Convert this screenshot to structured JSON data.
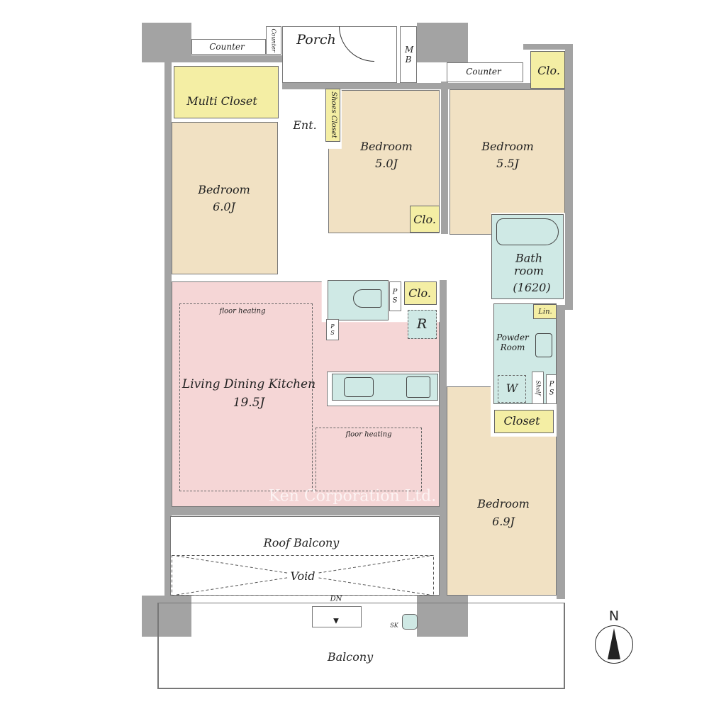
{
  "labels": {
    "counter_top_left": "Counter",
    "counter_vertical": "Counter",
    "porch": "Porch",
    "mb": "M B",
    "counter_top_right": "Counter",
    "clo_top_right": "Clo.",
    "multi_closet": "Multi Closet",
    "ent": "Ent.",
    "shoes_closet": "Shoes Closet",
    "bedroom_a_name": "Bedroom",
    "bedroom_a_size": "6.0J",
    "bedroom_b_name": "Bedroom",
    "bedroom_b_size": "5.0J",
    "bedroom_c_name": "Bedroom",
    "bedroom_c_size": "5.5J",
    "bedroom_d_name": "Bedroom",
    "bedroom_d_size": "6.9J",
    "clo_bedroom_b": "Clo.",
    "bath_name": "Bath room",
    "bath_size": "(1620)",
    "lin": "Lin.",
    "powder_room": "Powder Room",
    "w": "W",
    "shelf": "Shelf",
    "ps": "P S",
    "closet": "Closet",
    "clo_ldk": "Clo.",
    "r": "R",
    "ldk_name": "Living Dining Kitchen",
    "ldk_size": "19.5J",
    "floor_heating": "floor heating",
    "roof_balcony": "Roof Balcony",
    "void": "Void",
    "dn": "DN",
    "sk": "SK",
    "balcony": "Balcony",
    "north": "N",
    "watermark": "Ken Corporation Ltd."
  },
  "colors": {
    "wall": "#a3a3a3",
    "bedroom": "#f1e1c3",
    "ldk": "#f5d6d6",
    "wet": "#cfe9e5",
    "closet": "#f4eea4"
  }
}
